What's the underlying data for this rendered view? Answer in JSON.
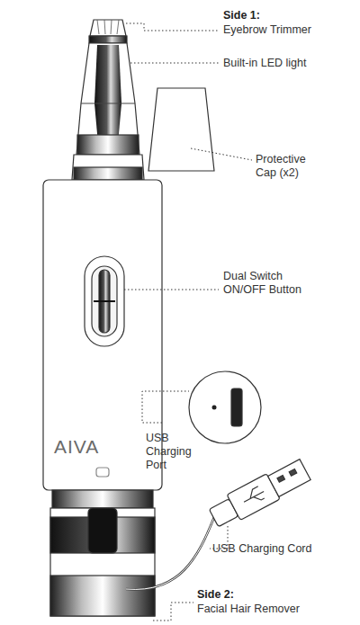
{
  "diagram": {
    "labels": [
      "Side 1:",
      "Eyebrow Trimmer",
      "Built-in LED light",
      "Protective Cap (x2)",
      "Dual Switch ON/OFF Button",
      "AIVA",
      "USB Charging Port",
      "USB Charging Cord",
      "Side 2:",
      "Facial Hair Remover"
    ]
  }
}
